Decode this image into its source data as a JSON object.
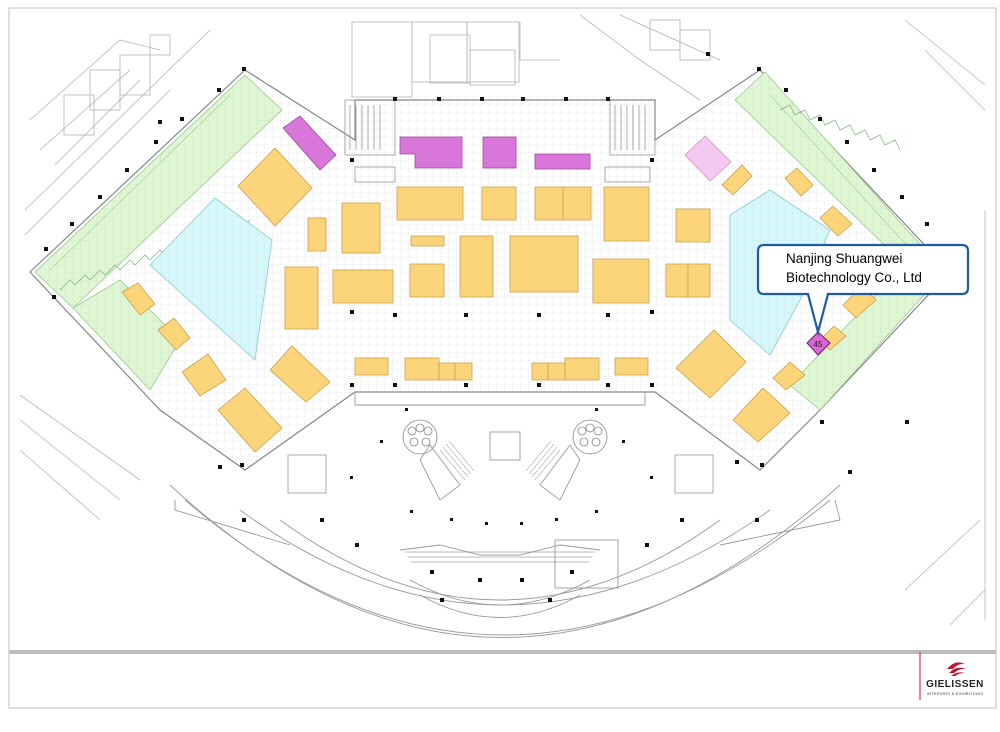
{
  "callout": {
    "line1": "Nanjing Shuangwei",
    "line2": "Biotechnology Co., Ltd"
  },
  "highlighted_booth": {
    "number": "45",
    "color": "#d966d6"
  },
  "logo": {
    "name": "GIELISSEN",
    "tagline": "INTERIORS & EXHIBITIONS",
    "color": "#c8102e"
  },
  "colors": {
    "booth": "#fcd57a",
    "booth_border": "#c8a050",
    "feature_booth": "#d976d9",
    "feature_booth_light": "#f5c8f2",
    "lounge": "#d7f7fa",
    "green_zone": "#dff5d4",
    "callout_border": "#1f5aa8",
    "floor_grid": "#e4e4e4",
    "lines": "#9a9a9a"
  }
}
